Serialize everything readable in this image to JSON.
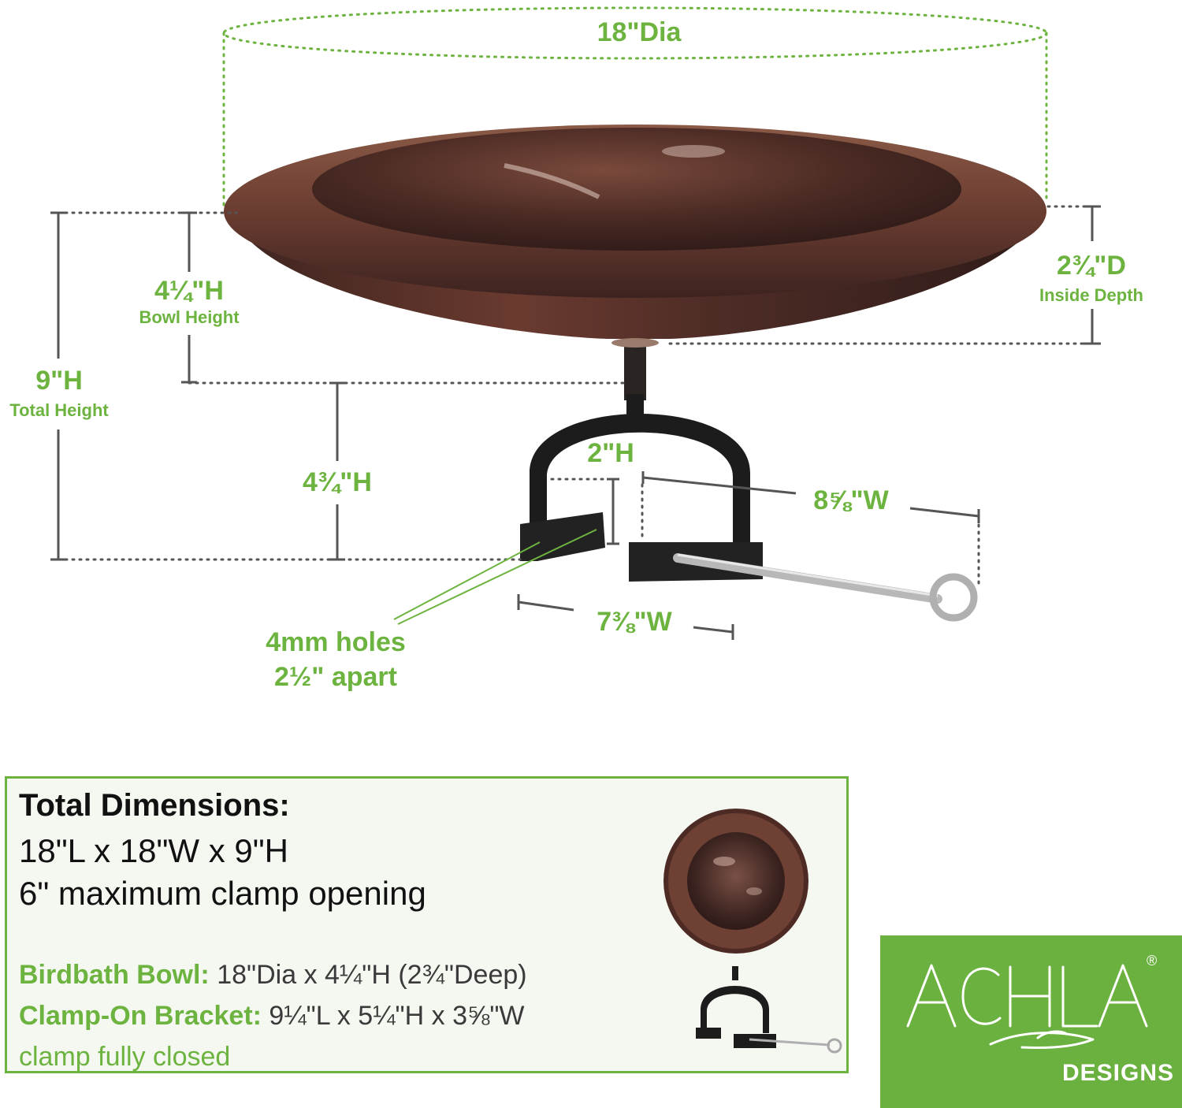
{
  "dimensions": {
    "diameter": "18\"Dia",
    "bowl_height": "4¼\"H",
    "bowl_height_caption": "Bowl Height",
    "total_height": "9\"H",
    "total_height_caption": "Total Height",
    "inside_depth": "2¾\"D",
    "inside_depth_caption": "Inside Depth",
    "bracket_height": "4¾\"H",
    "jaw_height": "2\"H",
    "clamp_width": "8⅝\"W",
    "bracket_width": "7⅜\"W",
    "holes_line1": "4mm holes",
    "holes_line2": "2½\" apart"
  },
  "specs": {
    "title": "Total Dimensions:",
    "line1": "18\"L x 18\"W x 9\"H",
    "line2": "6\" maximum clamp opening",
    "bowl_key": "Birdbath Bowl:",
    "bowl_value": " 18\"Dia x 4¼\"H (2¾\"Deep)",
    "bracket_key": "Clamp-On Bracket:",
    "bracket_value": " 9¼\"L  x 5¼\"H x 3⅝\"W",
    "bracket_note": "clamp fully closed"
  },
  "brand": {
    "logo_text": "ACHLA",
    "registered": "®",
    "tagline": "DESIGNS"
  },
  "colors": {
    "accent_green": "#6db33f",
    "copper": "#5a3128",
    "bracket_black": "#1c1c1c",
    "dim_line_grey": "#555555"
  }
}
